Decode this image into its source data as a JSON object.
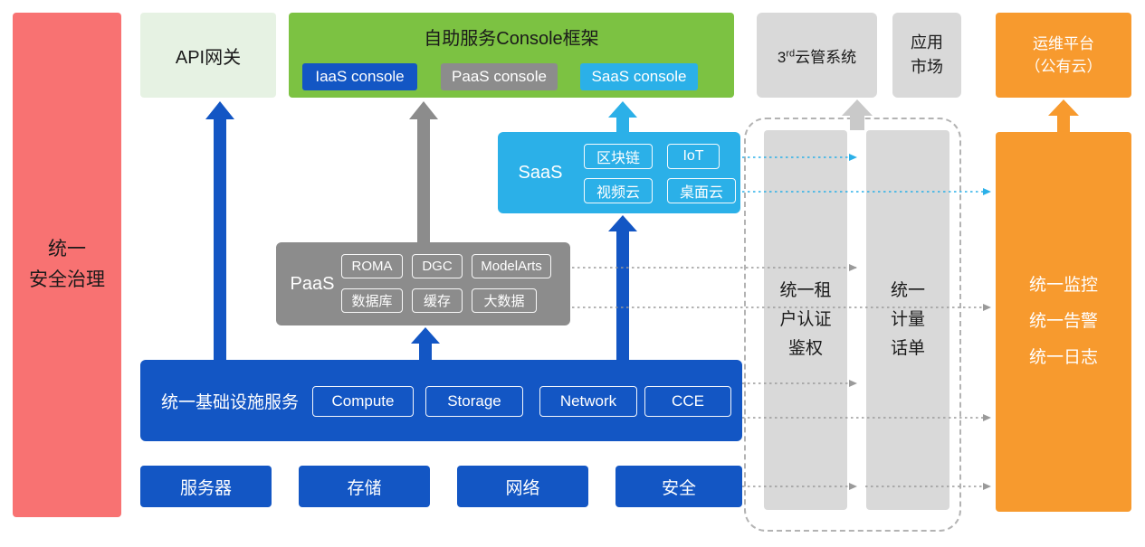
{
  "colors": {
    "red": "#f87272",
    "light_green": "#e6f2e3",
    "green": "#7cc242",
    "blue": "#1356c4",
    "gray": "#8c8c8c",
    "light_gray": "#d9d9d9",
    "cyan": "#2bb0e8",
    "orange": "#f79a2e"
  },
  "security_bar": {
    "label": "统一\n安全治理"
  },
  "api_gateway": {
    "label": "API网关"
  },
  "console_framework": {
    "title": "自助服务Console框架",
    "consoles": [
      {
        "label": "IaaS console"
      },
      {
        "label": "PaaS console"
      },
      {
        "label": "SaaS console"
      }
    ]
  },
  "third_party": {
    "prefix": "3",
    "sup": "rd",
    "suffix": "云管系统"
  },
  "app_market": {
    "label": "应用\n市场"
  },
  "om_platform": {
    "label": "运维平台\n（公有云）"
  },
  "saas": {
    "label": "SaaS",
    "items": [
      "区块链",
      "IoT",
      "视频云",
      "桌面云"
    ]
  },
  "paas": {
    "label": "PaaS",
    "items": [
      "ROMA",
      "DGC",
      "ModelArts",
      "数据库",
      "缓存",
      "大数据"
    ]
  },
  "infrastructure": {
    "label": "统一基础设施服务",
    "items": [
      "Compute",
      "Storage",
      "Network",
      "CCE"
    ]
  },
  "hardware": {
    "items": [
      "服务器",
      "存储",
      "网络",
      "安全"
    ]
  },
  "tenant_auth_bar": {
    "label": "统一租\n户认证\n鉴权"
  },
  "metering_bar": {
    "label": "统一\n计量\n话单"
  },
  "monitoring_bar": {
    "label": "统一监控\n统一告警\n统一日志"
  }
}
